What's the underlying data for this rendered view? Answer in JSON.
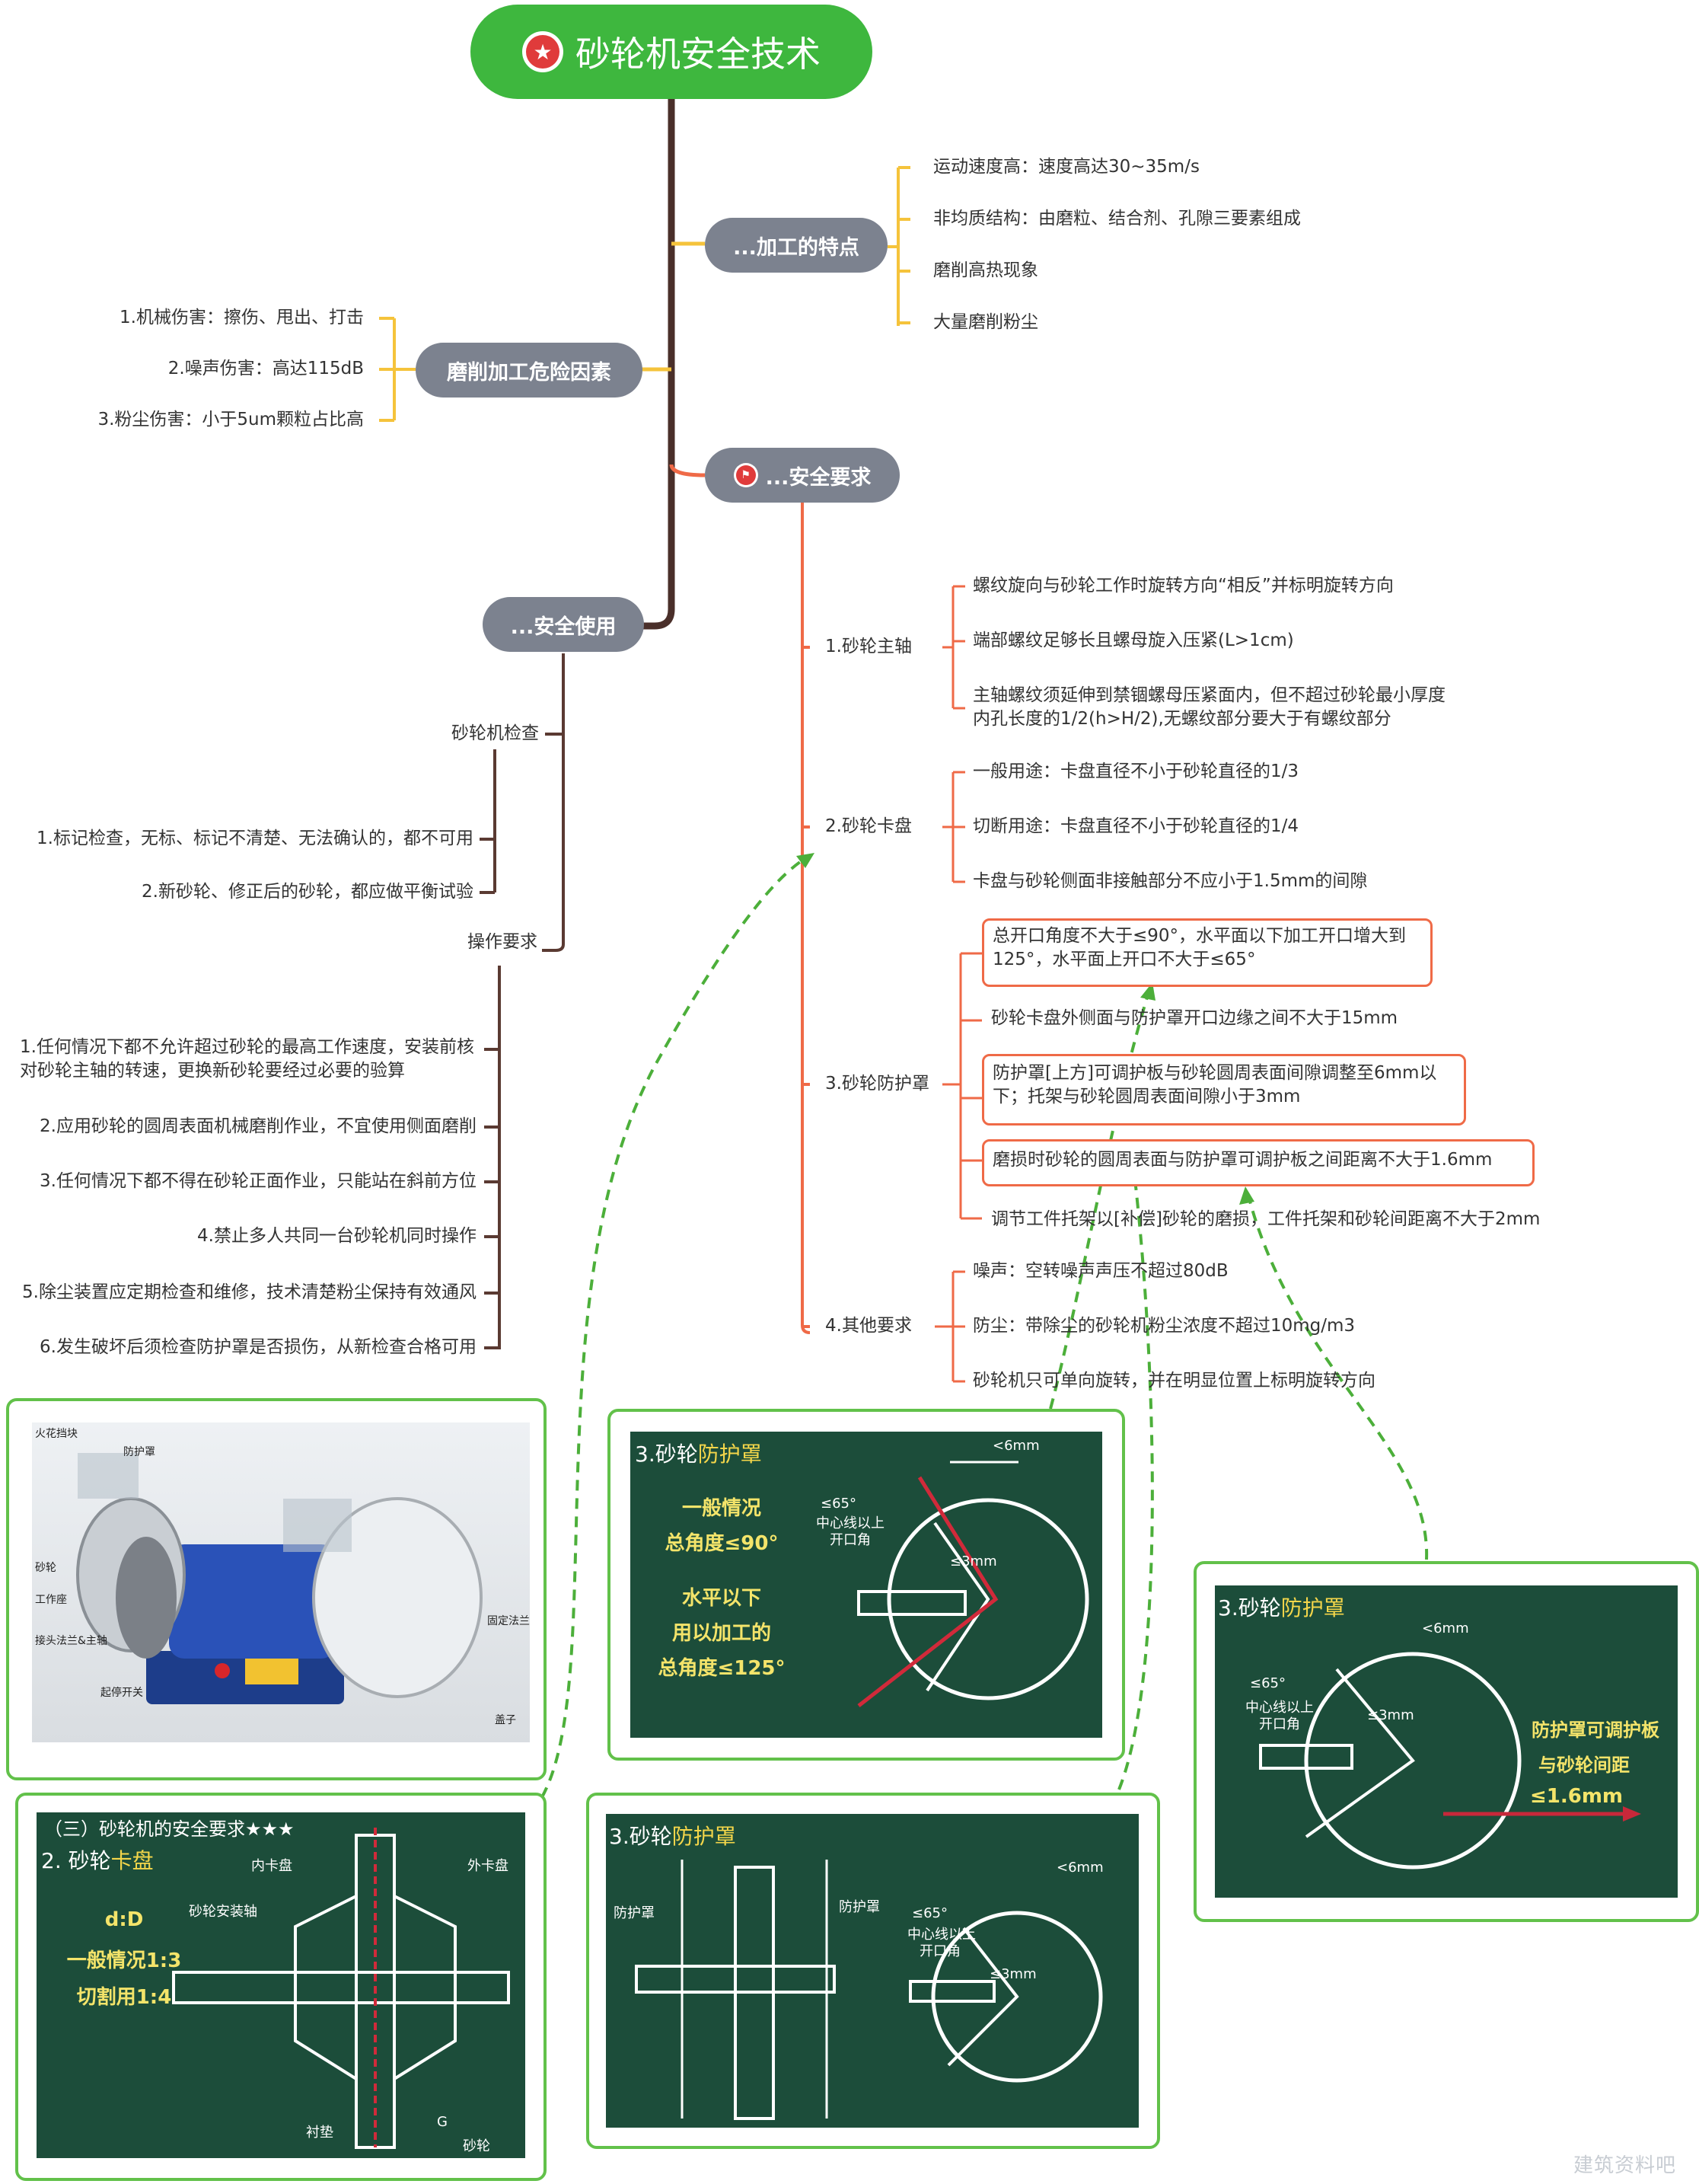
{
  "root": {
    "title": "砂轮机安全技术",
    "icon": "star-badge-icon"
  },
  "colors": {
    "root": "#3eb73e",
    "node": "#7c828f",
    "safety": "#ef6a47",
    "use": "#5a3a32",
    "feature": "#f5c33b",
    "link": "#4caf3a"
  },
  "features": {
    "title": "...加工的特点",
    "items": [
      "运动速度高：速度高达30~35m/s",
      "非均质结构：由磨粒、结合剂、孔隙三要素组成",
      "磨削高热现象",
      "大量磨削粉尘"
    ]
  },
  "hazards": {
    "title": "磨削加工危险因素",
    "items": [
      "1.机械伤害：擦伤、甩出、打击",
      "2.噪声伤害：高达115dB",
      "3.粉尘伤害：小于5um颗粒占比高"
    ]
  },
  "safety": {
    "title": "...安全要求",
    "icon": "flag-icon",
    "spindle": {
      "label": "1.砂轮主轴",
      "items": [
        "螺纹旋向与砂轮工作时旋转方向“相反”并标明旋转方向",
        "端部螺纹足够长且螺母旋入压紧(L>1cm)",
        "主轴螺纹须延伸到禁锢螺母压紧面内，但不超过砂轮最小厚度内孔长度的1/2(h>H/2),无螺纹部分要大于有螺纹部分"
      ]
    },
    "flange": {
      "label": "2.砂轮卡盘",
      "items": [
        "一般用途：卡盘直径不小于砂轮直径的1/3",
        "切断用途：卡盘直径不小于砂轮直径的1/4",
        "卡盘与砂轮侧面非接触部分不应小于1.5mm的间隙"
      ]
    },
    "guard": {
      "label": "3.砂轮防护罩",
      "items": [
        "总开口角度不大于≤90°，水平面以下加工开口增大到125°，水平面上开口不大于≤65°",
        "砂轮卡盘外侧面与防护罩开口边缘之间不大于15mm",
        "防护罩[上方]可调护板与砂轮圆周表面间隙调整至6mm以下；托架与砂轮圆周表面间隙小于3mm",
        "磨损时砂轮的圆周表面与防护罩可调护板之间距离不大于1.6mm",
        "调节工件托架以[补偿]砂轮的磨损，工件托架和砂轮间距离不大于2mm"
      ]
    },
    "other": {
      "label": "4.其他要求",
      "items": [
        "噪声：空转噪声声压不超过80dB",
        "防尘：带除尘的砂轮机粉尘浓度不超过10mg/m3",
        "砂轮机只可单向旋转，并在明显位置上标明旋转方向"
      ]
    }
  },
  "usage": {
    "title": "...安全使用",
    "check": {
      "label": "砂轮机检查",
      "items": [
        "1.标记检查，无标、标记不清楚、无法确认的，都不可用",
        "2.新砂轮、修正后的砂轮，都应做平衡试验"
      ]
    },
    "ops": {
      "label": "操作要求",
      "items": [
        "1.任何情况下都不允许超过砂轮的最高工作速度，安装前核对砂轮主轴的转速，更换新砂轮要经过必要的验算",
        "2.应用砂轮的圆周表面机械磨削作业，不宜使用侧面磨削",
        "3.任何情况下都不得在砂轮正面作业，只能站在斜前方位",
        "4.禁止多人共同一台砂轮机同时操作",
        "5.除尘装置应定期检查和维修，技术清楚粉尘保持有效通风",
        "6.发生破坏后须检查防护罩是否损伤，从新检查合格可用"
      ]
    }
  },
  "images": {
    "photo": {
      "labels": [
        "火花挡块",
        "防护罩",
        "砂轮",
        "工作座",
        "接头法兰&主轴",
        "起停开关",
        "固定法兰",
        "盖子"
      ]
    },
    "guard1": {
      "title_a": "3.砂轮",
      "title_b": "防护罩",
      "big": [
        "一般情况",
        "总角度≤90°",
        "水平以下",
        "用以加工的",
        "总角度≤125°"
      ],
      "marks": [
        "≤65°",
        "中心线以上",
        "开口角",
        "<6mm",
        "≤3mm"
      ]
    },
    "flange": {
      "header": "（三）砂轮机的安全要求★★★",
      "title_a": "2. 砂轮",
      "title_b": "卡盘",
      "big": [
        "d:D",
        "一般情况1:3",
        "切割用1:4"
      ],
      "marks": [
        "内卡盘",
        "外卡盘",
        "砂轮安装轴",
        "衬垫",
        "砂轮",
        "G"
      ]
    },
    "guard2": {
      "title_a": "3.砂轮",
      "title_b": "防护罩",
      "marks": [
        "防护罩",
        "防护罩",
        "≤65°",
        "中心线以上",
        "开口角",
        "<6mm",
        "≤3mm"
      ]
    },
    "guard3": {
      "title_a": "3.砂轮",
      "title_b": "防护罩",
      "big": [
        "防护罩可调护板",
        "与砂轮间距",
        "≤1.6mm"
      ],
      "marks": [
        "≤65°",
        "中心线以上",
        "开口角",
        "<6mm",
        "≤3mm"
      ]
    }
  },
  "watermark": "建筑资料吧"
}
